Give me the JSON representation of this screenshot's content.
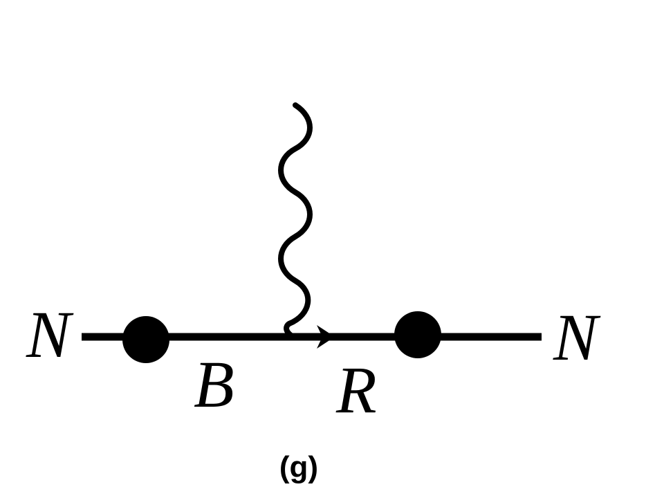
{
  "diagram": {
    "labels": {
      "left_nucleon": "N",
      "right_nucleon": "N",
      "left_segment": "B",
      "right_segment": "R"
    },
    "caption": "(g)"
  },
  "colors": {
    "line": "#000000",
    "background": "#ffffff"
  }
}
